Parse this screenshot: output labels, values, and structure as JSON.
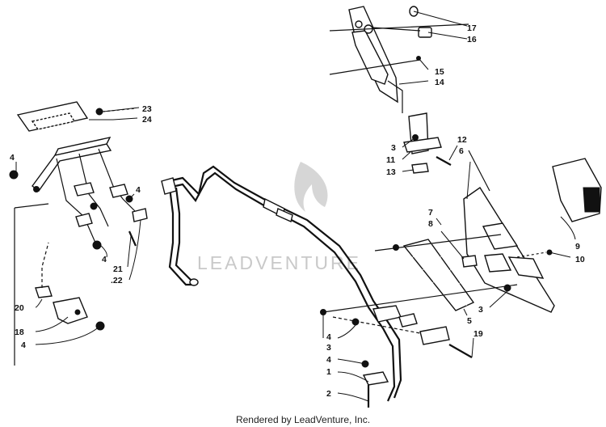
{
  "watermark": "LEADVENTURE",
  "credit": "Rendered by LeadVenture, Inc.",
  "callouts": {
    "c1": "1",
    "c2": "2",
    "c3a": "3",
    "c3b": "3",
    "c3c": "3",
    "c4a": "4",
    "c4b": "4",
    "c4c": "4",
    "c4d": "4",
    "c4e": "4",
    "c4f": "4",
    "c5": "5",
    "c6": "6",
    "c7": "7",
    "c8": "8",
    "c9": "9",
    "c10": "10",
    "c11": "11",
    "c12": "12",
    "c13": "13",
    "c14": "14",
    "c15": "15",
    "c16": "16",
    "c17": "17",
    "c18": "18",
    "c19": "19",
    "c20": "20",
    "c21": "21",
    "c22": ".22",
    "c23": "23",
    "c24": "24"
  }
}
